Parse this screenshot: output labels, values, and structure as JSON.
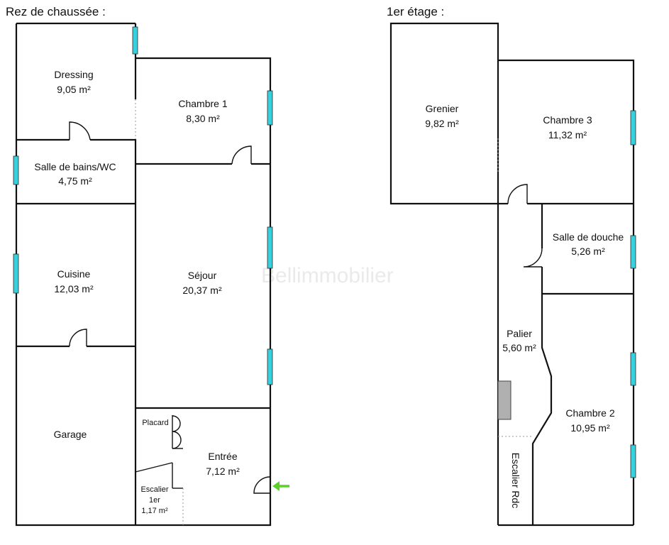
{
  "floors": {
    "ground": {
      "title": "Rez de chaussée :",
      "rooms": {
        "dressing": {
          "name": "Dressing",
          "area": "9,05 m²"
        },
        "chambre1": {
          "name": "Chambre 1",
          "area": "8,30 m²"
        },
        "sdb": {
          "name": "Salle de bains/WC",
          "area": "4,75 m²"
        },
        "cuisine": {
          "name": "Cuisine",
          "area": "12,03 m²"
        },
        "sejour": {
          "name": "Séjour",
          "area": "20,37 m²"
        },
        "garage": {
          "name": "Garage"
        },
        "placard": {
          "name": "Placard"
        },
        "entree": {
          "name": "Entrée",
          "area": "7,12 m²"
        },
        "escalier": {
          "name1": "Escalier",
          "name2": "1er",
          "area": "1,17 m²"
        }
      }
    },
    "first": {
      "title": "1er étage :",
      "rooms": {
        "grenier": {
          "name": "Grenier",
          "area": "9,82 m²"
        },
        "chambre3": {
          "name": "Chambre 3",
          "area": "11,32 m²"
        },
        "douche": {
          "name": "Salle de douche",
          "area": "5,26 m²"
        },
        "palier": {
          "name": "Palier",
          "area": "5,60 m²"
        },
        "chambre2": {
          "name": "Chambre 2",
          "area": "10,95 m²"
        },
        "escalierRdc": {
          "name": "Escalier Rdc"
        }
      }
    }
  },
  "watermark": "Bellimmobilier",
  "colors": {
    "window": "#38d0dc",
    "entry_arrow": "#5ad12a",
    "stair_block": "#b0b0b0"
  },
  "icons": {
    "entry": "entry-arrow-icon"
  }
}
